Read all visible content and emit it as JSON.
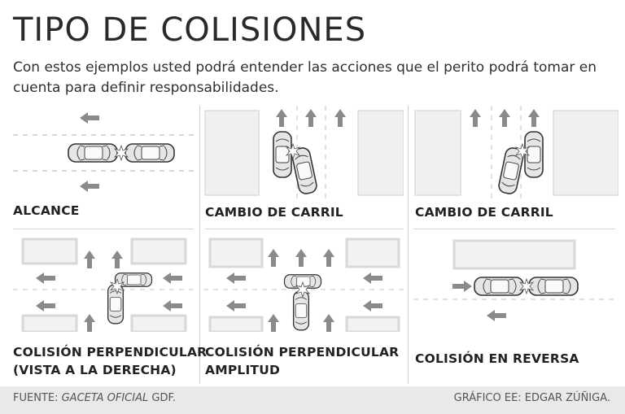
{
  "header": {
    "title": "TIPO DE COLISIONES",
    "subtitle": "Con estos ejemplos usted podrá entender las acciones que el perito podrá tomar en cuenta para definir responsabilidades."
  },
  "panels": [
    {
      "label_line1": "ALCANCE",
      "label_line2": ""
    },
    {
      "label_line1": "CAMBIO DE CARRIL",
      "label_line2": ""
    },
    {
      "label_line1": "CAMBIO DE CARRIL",
      "label_line2": ""
    },
    {
      "label_line1": "COLISIÓN PERPENDICULAR",
      "label_line2": "(VISTA A LA DERECHA)"
    },
    {
      "label_line1": "COLISIÓN PERPENDICULAR",
      "label_line2": "AMPLITUD"
    },
    {
      "label_line1": "COLISIÓN EN REVERSA",
      "label_line2": ""
    }
  ],
  "footer": {
    "source_prefix": "FUENTE: ",
    "source_italic": "GACETA OFICIAL",
    "source_suffix": " GDF.",
    "credit": "GRÁFICO EE: EDGAR ZÚÑIGA."
  },
  "colors": {
    "arrow": "#8a8a8a",
    "car_body": "#e4e4e4",
    "car_outline": "#333333",
    "block": "#efefef",
    "footer_bg": "#e9e9e9"
  },
  "icons": [
    "arrow-left-icon",
    "arrow-up-icon",
    "arrow-right-icon",
    "car-icon",
    "impact-burst-icon",
    "building-block-icon"
  ]
}
